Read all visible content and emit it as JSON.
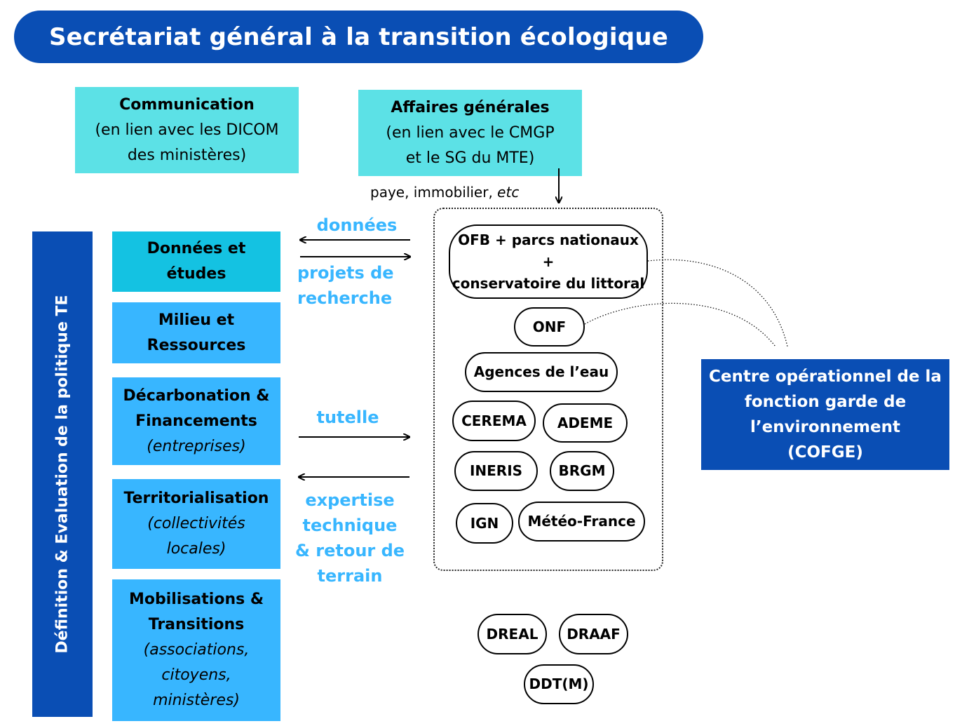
{
  "title": "Secrétariat général à la transition écologique",
  "communication": {
    "heading": "Communication",
    "line1": "(en lien avec les DICOM",
    "line2": "des ministères)"
  },
  "affaires": {
    "heading": "Affaires générales",
    "line1": "(en lien avec le CMGP",
    "line2": "et le SG du MTE)"
  },
  "paye_note": {
    "text": "paye, immobilier, ",
    "italic": "etc"
  },
  "vertical_label": "Définition & Evaluation de la politique TE",
  "departments": {
    "donnees": {
      "line1": "Données et",
      "line2": "études"
    },
    "milieu": {
      "line1": "Milieu et",
      "line2": "Ressources"
    },
    "decarbonation": {
      "line1": "Décarbonation &",
      "line2": "Financements",
      "sub": "(entreprises)"
    },
    "territorialisation": {
      "line1": "Territorialisation",
      "sub1": "(collectivités",
      "sub2": "locales)"
    },
    "mobilisations": {
      "line1": "Mobilisations &",
      "line2": "Transitions",
      "sub1": "(associations,",
      "sub2": "citoyens,",
      "sub3": "ministères)"
    }
  },
  "flows": {
    "donnees": "données",
    "projets_line1": "projets de",
    "projets_line2": "recherche",
    "tutelle": "tutelle",
    "expertise_line1": "expertise",
    "expertise_line2": "technique",
    "expertise_line3": "& retour de",
    "expertise_line4": "terrain"
  },
  "operators": {
    "ofb_line1": "OFB + parcs nationaux +",
    "ofb_line2": "conservatoire du littoral",
    "onf": "ONF",
    "agences": "Agences de l’eau",
    "cerema": "CEREMA",
    "ademe": "ADEME",
    "ineris": "INERIS",
    "brgm": "BRGM",
    "ign": "IGN",
    "meteo": "Météo-France"
  },
  "services": {
    "dreal": "DREAL",
    "draaf": "DRAAF",
    "ddtm": "DDT(M)"
  },
  "cofge": {
    "line1": "Centre opérationnel de la",
    "line2": "fonction garde de",
    "line3": "l’environnement",
    "line4": "(COFGE)"
  },
  "colors": {
    "dark_blue": "#0a4eb4",
    "cyan": "#5ce1e6",
    "teal": "#14c2e2",
    "light_blue": "#38b6ff"
  }
}
